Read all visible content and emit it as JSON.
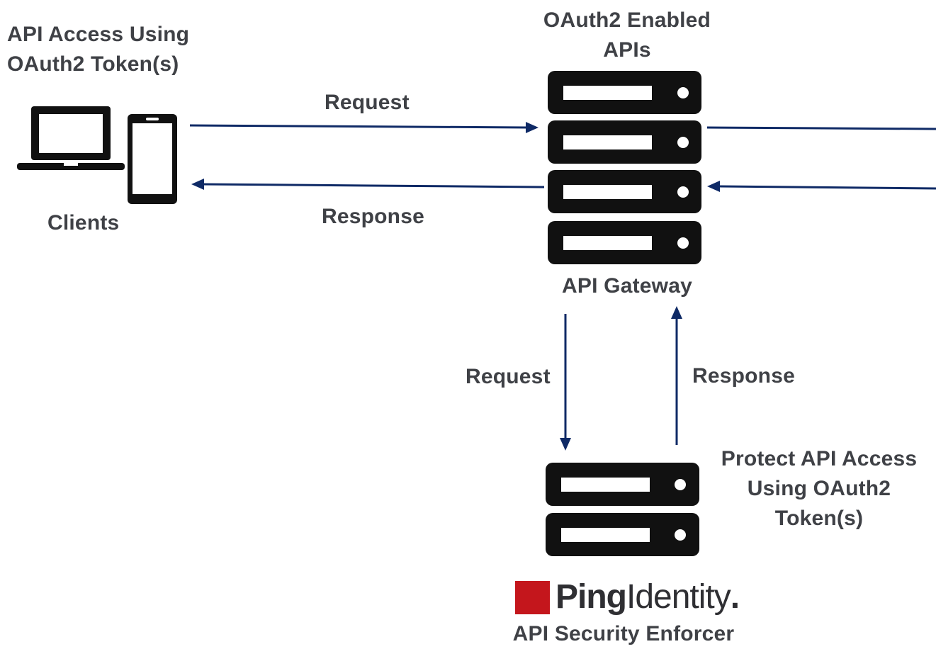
{
  "clients": {
    "caption_lines": [
      "API Access Using",
      "OAuth2 Token(s)"
    ],
    "label": "Clients"
  },
  "gateway": {
    "caption_lines": [
      "OAuth2 Enabled",
      "APIs"
    ],
    "label": "API Gateway"
  },
  "enforcer": {
    "caption_lines": [
      "Protect API Access",
      "Using OAuth2",
      "Token(s)"
    ],
    "label": "API Security Enforcer"
  },
  "flows": {
    "client_to_gateway": "Request",
    "gateway_to_client": "Response",
    "gateway_to_enforcer": "Request",
    "enforcer_to_gateway": "Response"
  },
  "logo": {
    "text_bold": "Ping",
    "text_light": "Identity",
    "mark_color": "#c4161c"
  },
  "colors": {
    "arrow": "#0f2a66",
    "server": "#111111",
    "text": "#3f4146"
  }
}
